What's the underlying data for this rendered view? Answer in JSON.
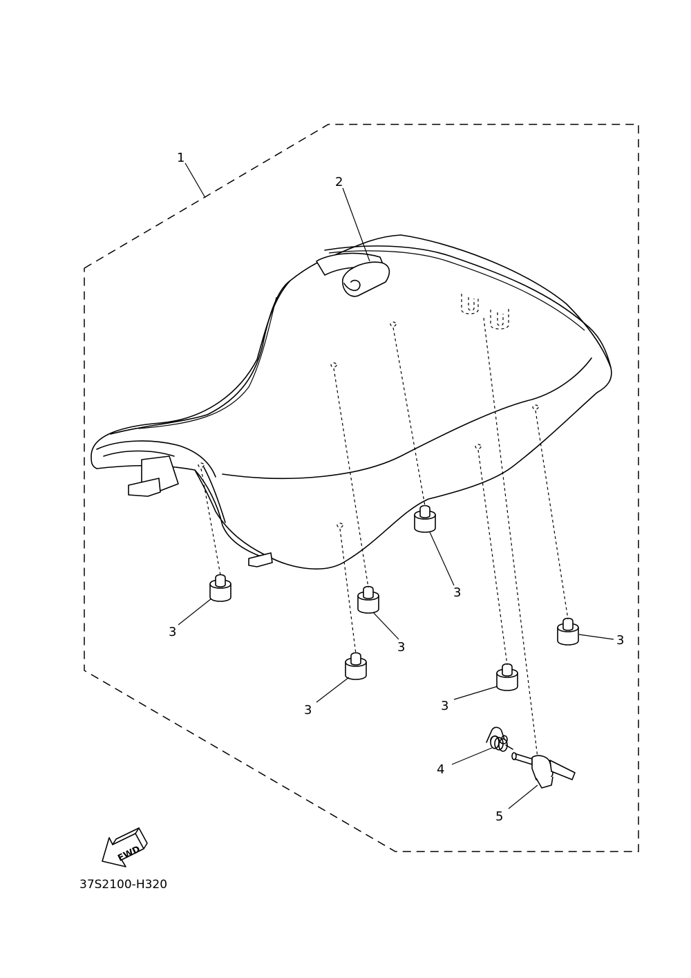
{
  "callouts": {
    "c1": "1",
    "c2": "2",
    "c3a": "3",
    "c3b": "3",
    "c3c": "3",
    "c3d": "3",
    "c3e": "3",
    "c3f": "3",
    "c4": "4",
    "c5": "5"
  },
  "fwd_label": "FWD",
  "drawing_code": "37S2100-H320"
}
